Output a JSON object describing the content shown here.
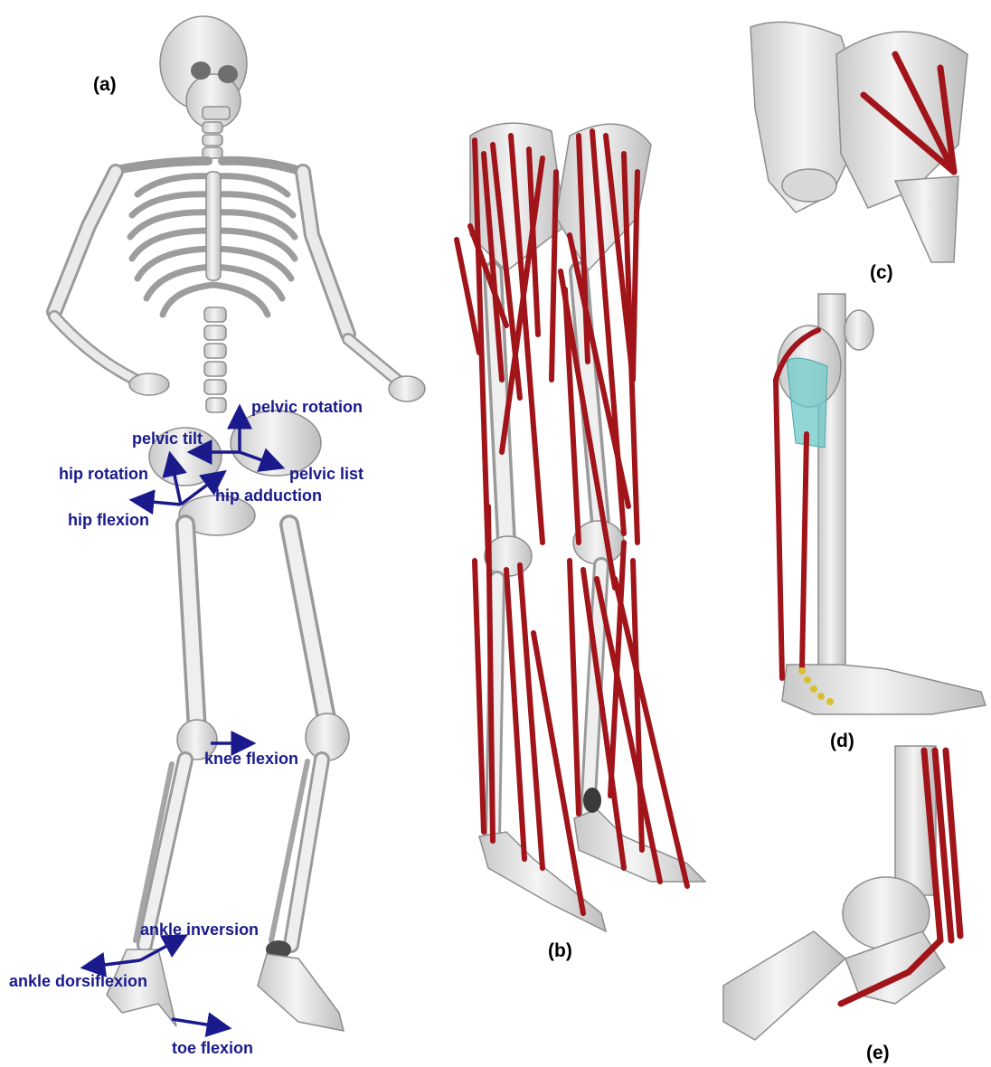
{
  "colors": {
    "background": "#ffffff",
    "bone": "#e4e4e4",
    "bone_edge": "#8d8d8d",
    "muscle": "#a0141a",
    "muscle_highlight": "#d0484c",
    "annotation": "#1a1a8c",
    "cartilage": "#6ec8c8",
    "via_point": "#d8c030"
  },
  "panels": [
    {
      "id": "a",
      "label": "(a)"
    },
    {
      "id": "b",
      "label": "(b)"
    },
    {
      "id": "c",
      "label": "(c)"
    },
    {
      "id": "d",
      "label": "(d)"
    },
    {
      "id": "e",
      "label": "(e)"
    }
  ],
  "joints": [
    {
      "id": "pelvic-rotation",
      "label": "pelvic rotation"
    },
    {
      "id": "pelvic-tilt",
      "label": "pelvic tilt"
    },
    {
      "id": "hip-rotation",
      "label": "hip rotation"
    },
    {
      "id": "pelvic-list",
      "label": "pelvic list"
    },
    {
      "id": "hip-adduction",
      "label": "hip adduction"
    },
    {
      "id": "hip-flexion",
      "label": "hip flexion"
    },
    {
      "id": "knee-flexion",
      "label": "knee flexion"
    },
    {
      "id": "ankle-inversion",
      "label": "ankle inversion"
    },
    {
      "id": "ankle-dorsiflexion",
      "label": "ankle dorsiflexion"
    },
    {
      "id": "toe-flexion",
      "label": "toe flexion"
    }
  ]
}
